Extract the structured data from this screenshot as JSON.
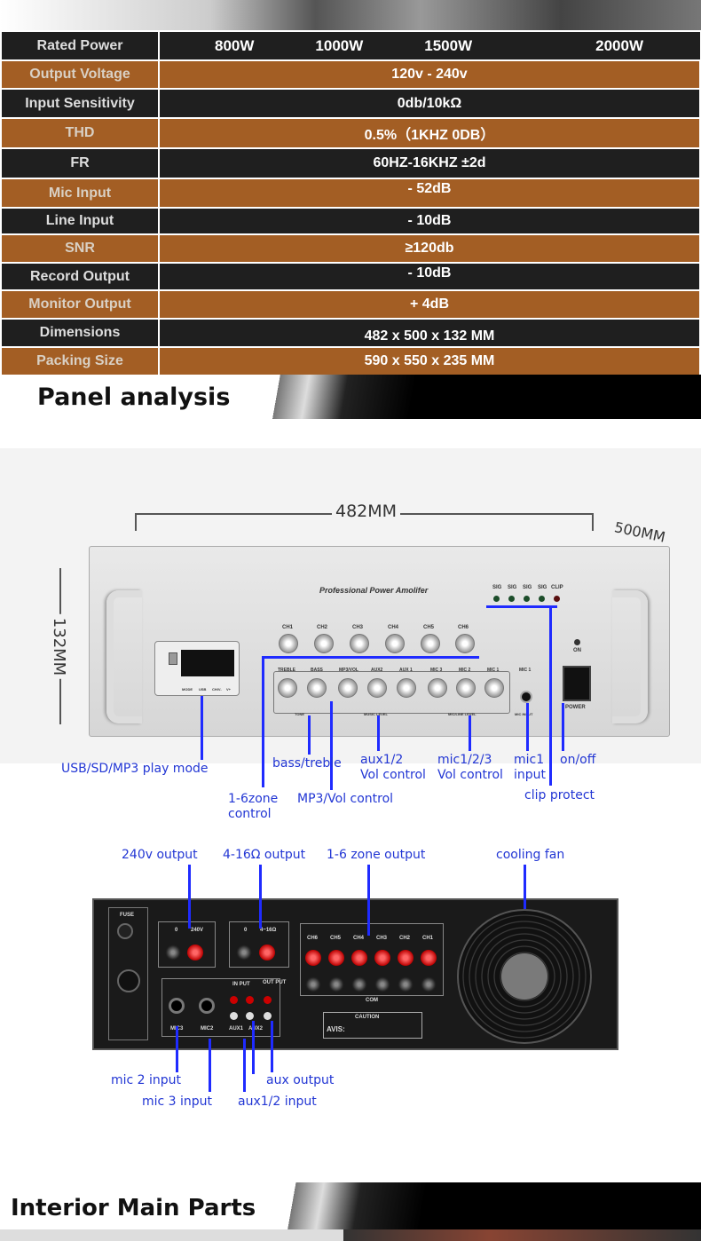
{
  "specs": {
    "header": {
      "label": "Rated Power",
      "values": [
        "800W",
        "1000W",
        "1500W",
        "2000W"
      ]
    },
    "rows": [
      {
        "label": "Output Voltage",
        "value": "120v - 240v"
      },
      {
        "label": "Input Sensitivity",
        "value": "0db/10kΩ"
      },
      {
        "label": "THD",
        "value": "0.5%（1KHZ 0DB）"
      },
      {
        "label": "FR",
        "value": "60HZ-16KHZ ±2d"
      },
      {
        "label": "Mic Input",
        "value": "- 52dB"
      },
      {
        "label": "Line Input",
        "value": "- 10dB"
      },
      {
        "label": "SNR",
        "value": "≥120db"
      },
      {
        "label": "Record Output",
        "value": "- 10dB"
      },
      {
        "label": "Monitor Output",
        "value": "+ 4dB"
      },
      {
        "label": "Dimensions",
        "value": "482 x 500 x 132 MM"
      },
      {
        "label": "Packing Size",
        "value": "590 x 550 x 235 MM"
      }
    ]
  },
  "panel_title": "Panel analysis",
  "interior_title": "Interior Main Parts",
  "front": {
    "width_dim": "482MM",
    "depth_dim": "500MM",
    "height_dim": "132MM",
    "brand": "Professional Power Amolifer",
    "leds": [
      "SIG",
      "SIG",
      "SIG",
      "SIG",
      "CLIP"
    ],
    "channels": [
      "CH1",
      "CH2",
      "CH3",
      "CH4",
      "CH5",
      "CH6"
    ],
    "knob_groups": [
      "TREBLE",
      "BASS",
      "MP3/VOL",
      "AUX2",
      "AUX 1",
      "MIC 3",
      "MIC 2",
      "MIC 1",
      "MIC 1"
    ],
    "section_labels": [
      "TONE",
      "MUSIC LEVEL",
      "MIC/LINE LEVEL",
      "MIC INPUT"
    ],
    "player_buttons": [
      "MODE",
      "USB",
      "CH/V-",
      "V+"
    ],
    "on": "ON",
    "power": "POWER",
    "labels": {
      "usb": "USB/SD/MP3 play mode",
      "zone": "1-6zone\ncontrol",
      "bass": "bass/treble",
      "mp3": "MP3/Vol control",
      "aux": "aux1/2\nVol control",
      "mic": "mic1/2/3\nVol control",
      "mic1": "mic1\ninput",
      "clip": "clip protect",
      "onoff": "on/off"
    }
  },
  "rear": {
    "labels": {
      "out240": "240v output",
      "out416": "4-16Ω output",
      "zones": "1-6 zone output",
      "fan": "cooling fan",
      "mic2": "mic 2 input",
      "mic3": "mic 3 input",
      "auxin": "aux1/2 input",
      "auxout": "aux output"
    },
    "panel_text": {
      "fuse": "FUSE",
      "v240": "240V",
      "zero": "0",
      "ohm": "4~16Ω",
      "input": "IN PUT",
      "output": "OUT PUT",
      "mic3": "MIC3",
      "mic2": "MIC2",
      "aux1": "AUX1",
      "aux2": "AUX2",
      "com": "COM",
      "caution": "CAUTION",
      "avis": "AVIS:"
    },
    "channels": [
      "CH6",
      "CH5",
      "CH4",
      "CH3",
      "CH2",
      "CH1"
    ]
  },
  "colors": {
    "dark": "#1f1f1f",
    "orange": "#a35e24",
    "label": "#2236d4",
    "line": "#1f2bff"
  }
}
